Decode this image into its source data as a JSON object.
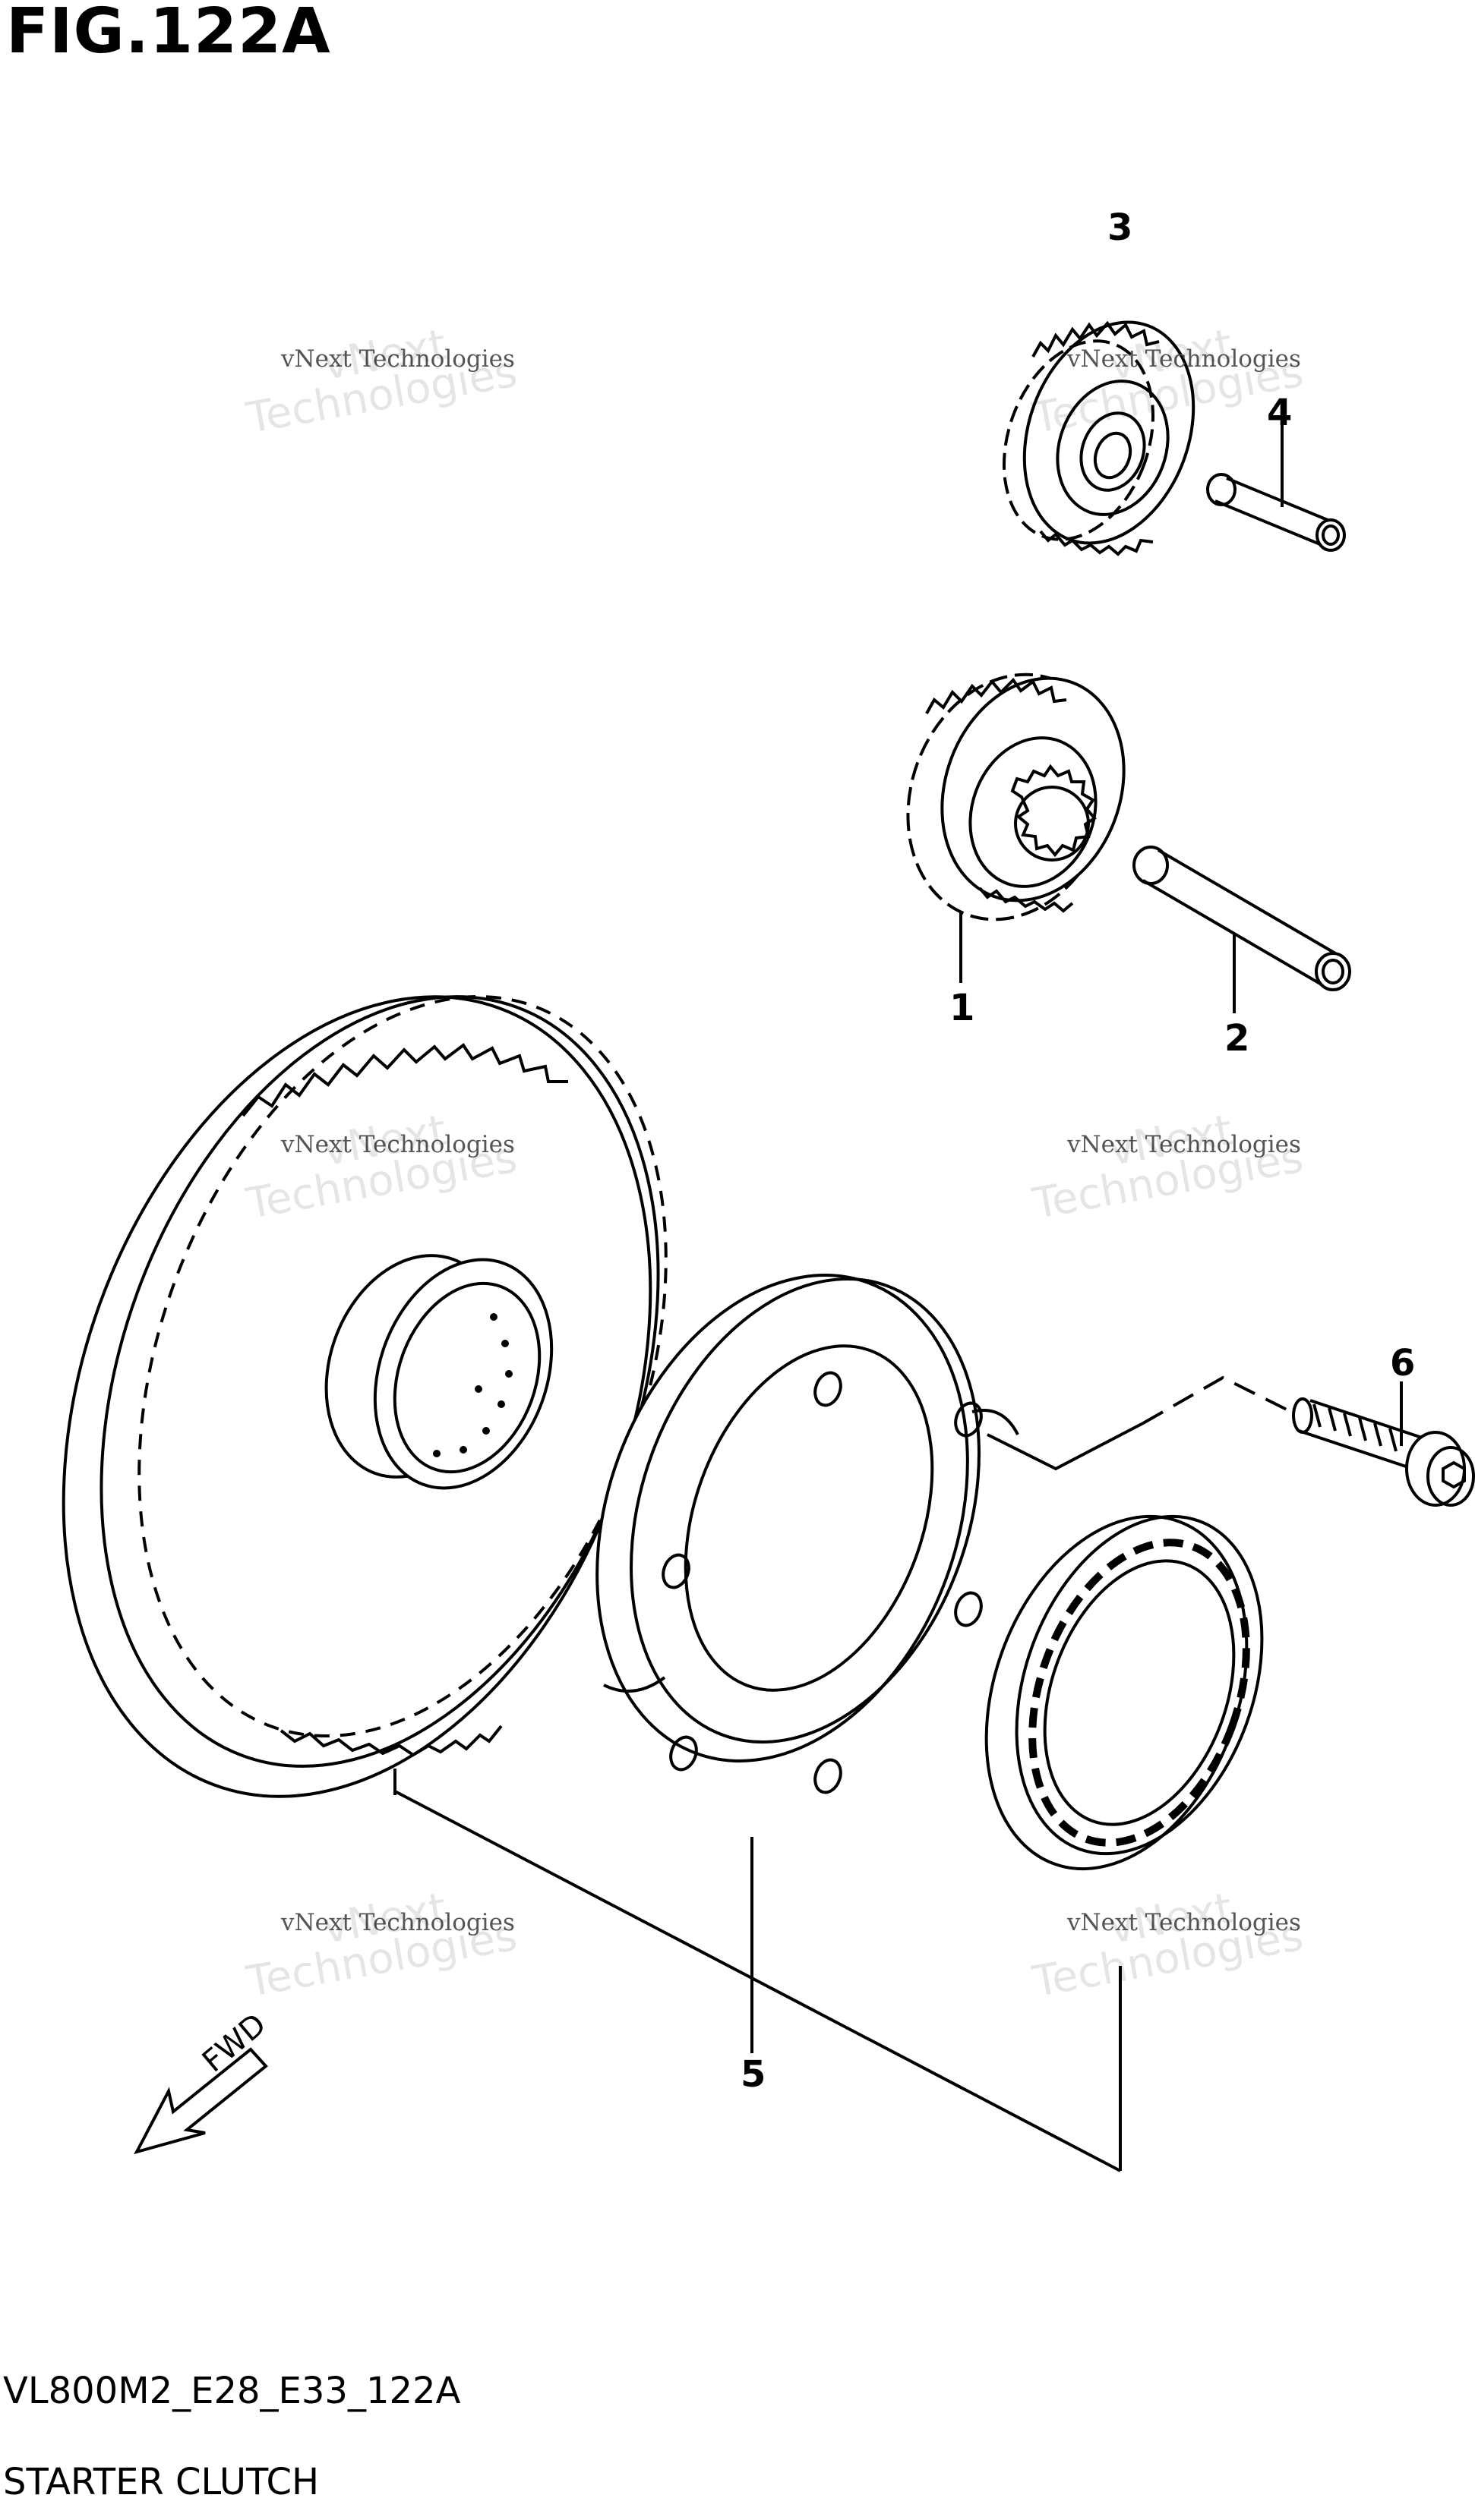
{
  "header": {
    "title": "FIG.122A"
  },
  "footer": {
    "code": "VL800M2_E28_E33_122A",
    "name": "STARTER CLUTCH"
  },
  "callouts": [
    "1",
    "2",
    "3",
    "4",
    "5",
    "6"
  ],
  "fwd_arrow": {
    "label": "FWD"
  },
  "watermark": {
    "small": "vNext Technologies",
    "big": "Technologies",
    "overlay": "vNext"
  },
  "colors": {
    "line": "#000000",
    "background": "#ffffff"
  },
  "parts": [
    "idler-gear-1",
    "idler-shaft-2",
    "idler-gear-3",
    "idler-shaft-4",
    "starter-clutch-5",
    "bolt-6",
    "driven-gear",
    "one-way-clutch"
  ]
}
